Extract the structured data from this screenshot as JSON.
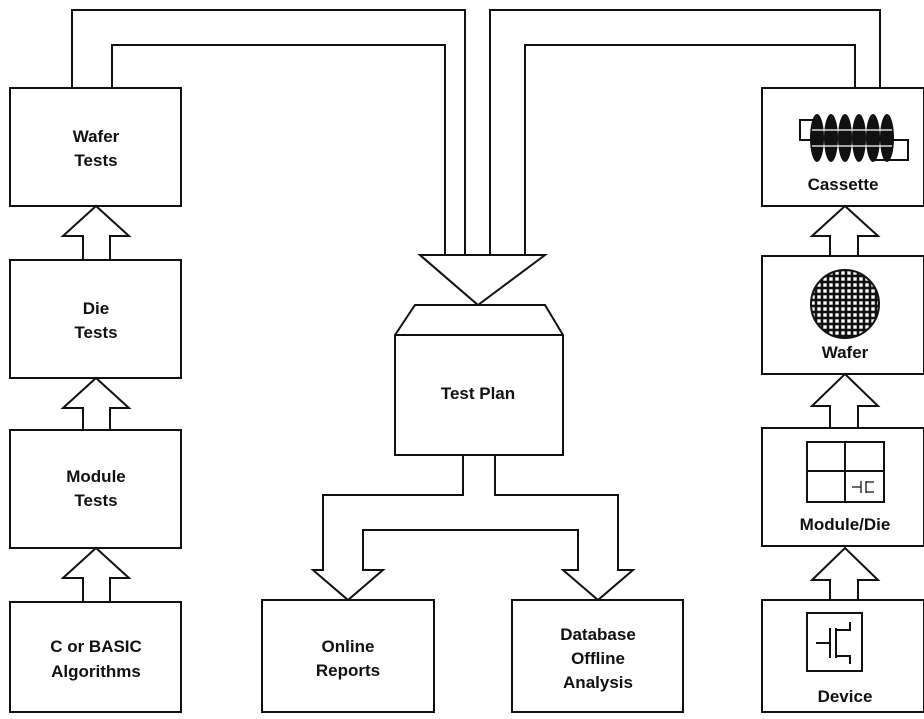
{
  "left_column": {
    "wafer_tests": [
      "Wafer",
      "Tests"
    ],
    "die_tests": [
      "Die",
      "Tests"
    ],
    "module_tests": [
      "Module",
      "Tests"
    ],
    "algorithms": [
      "C or BASIC",
      "Algorithms"
    ]
  },
  "center": {
    "test_plan": "Test Plan",
    "online_reports": [
      "Online",
      "Reports"
    ],
    "database": [
      "Database",
      "Offline",
      "Analysis"
    ]
  },
  "right_column": {
    "cassette": "Cassette",
    "wafer": "Wafer",
    "module_die": "Module/Die",
    "device": "Device"
  }
}
